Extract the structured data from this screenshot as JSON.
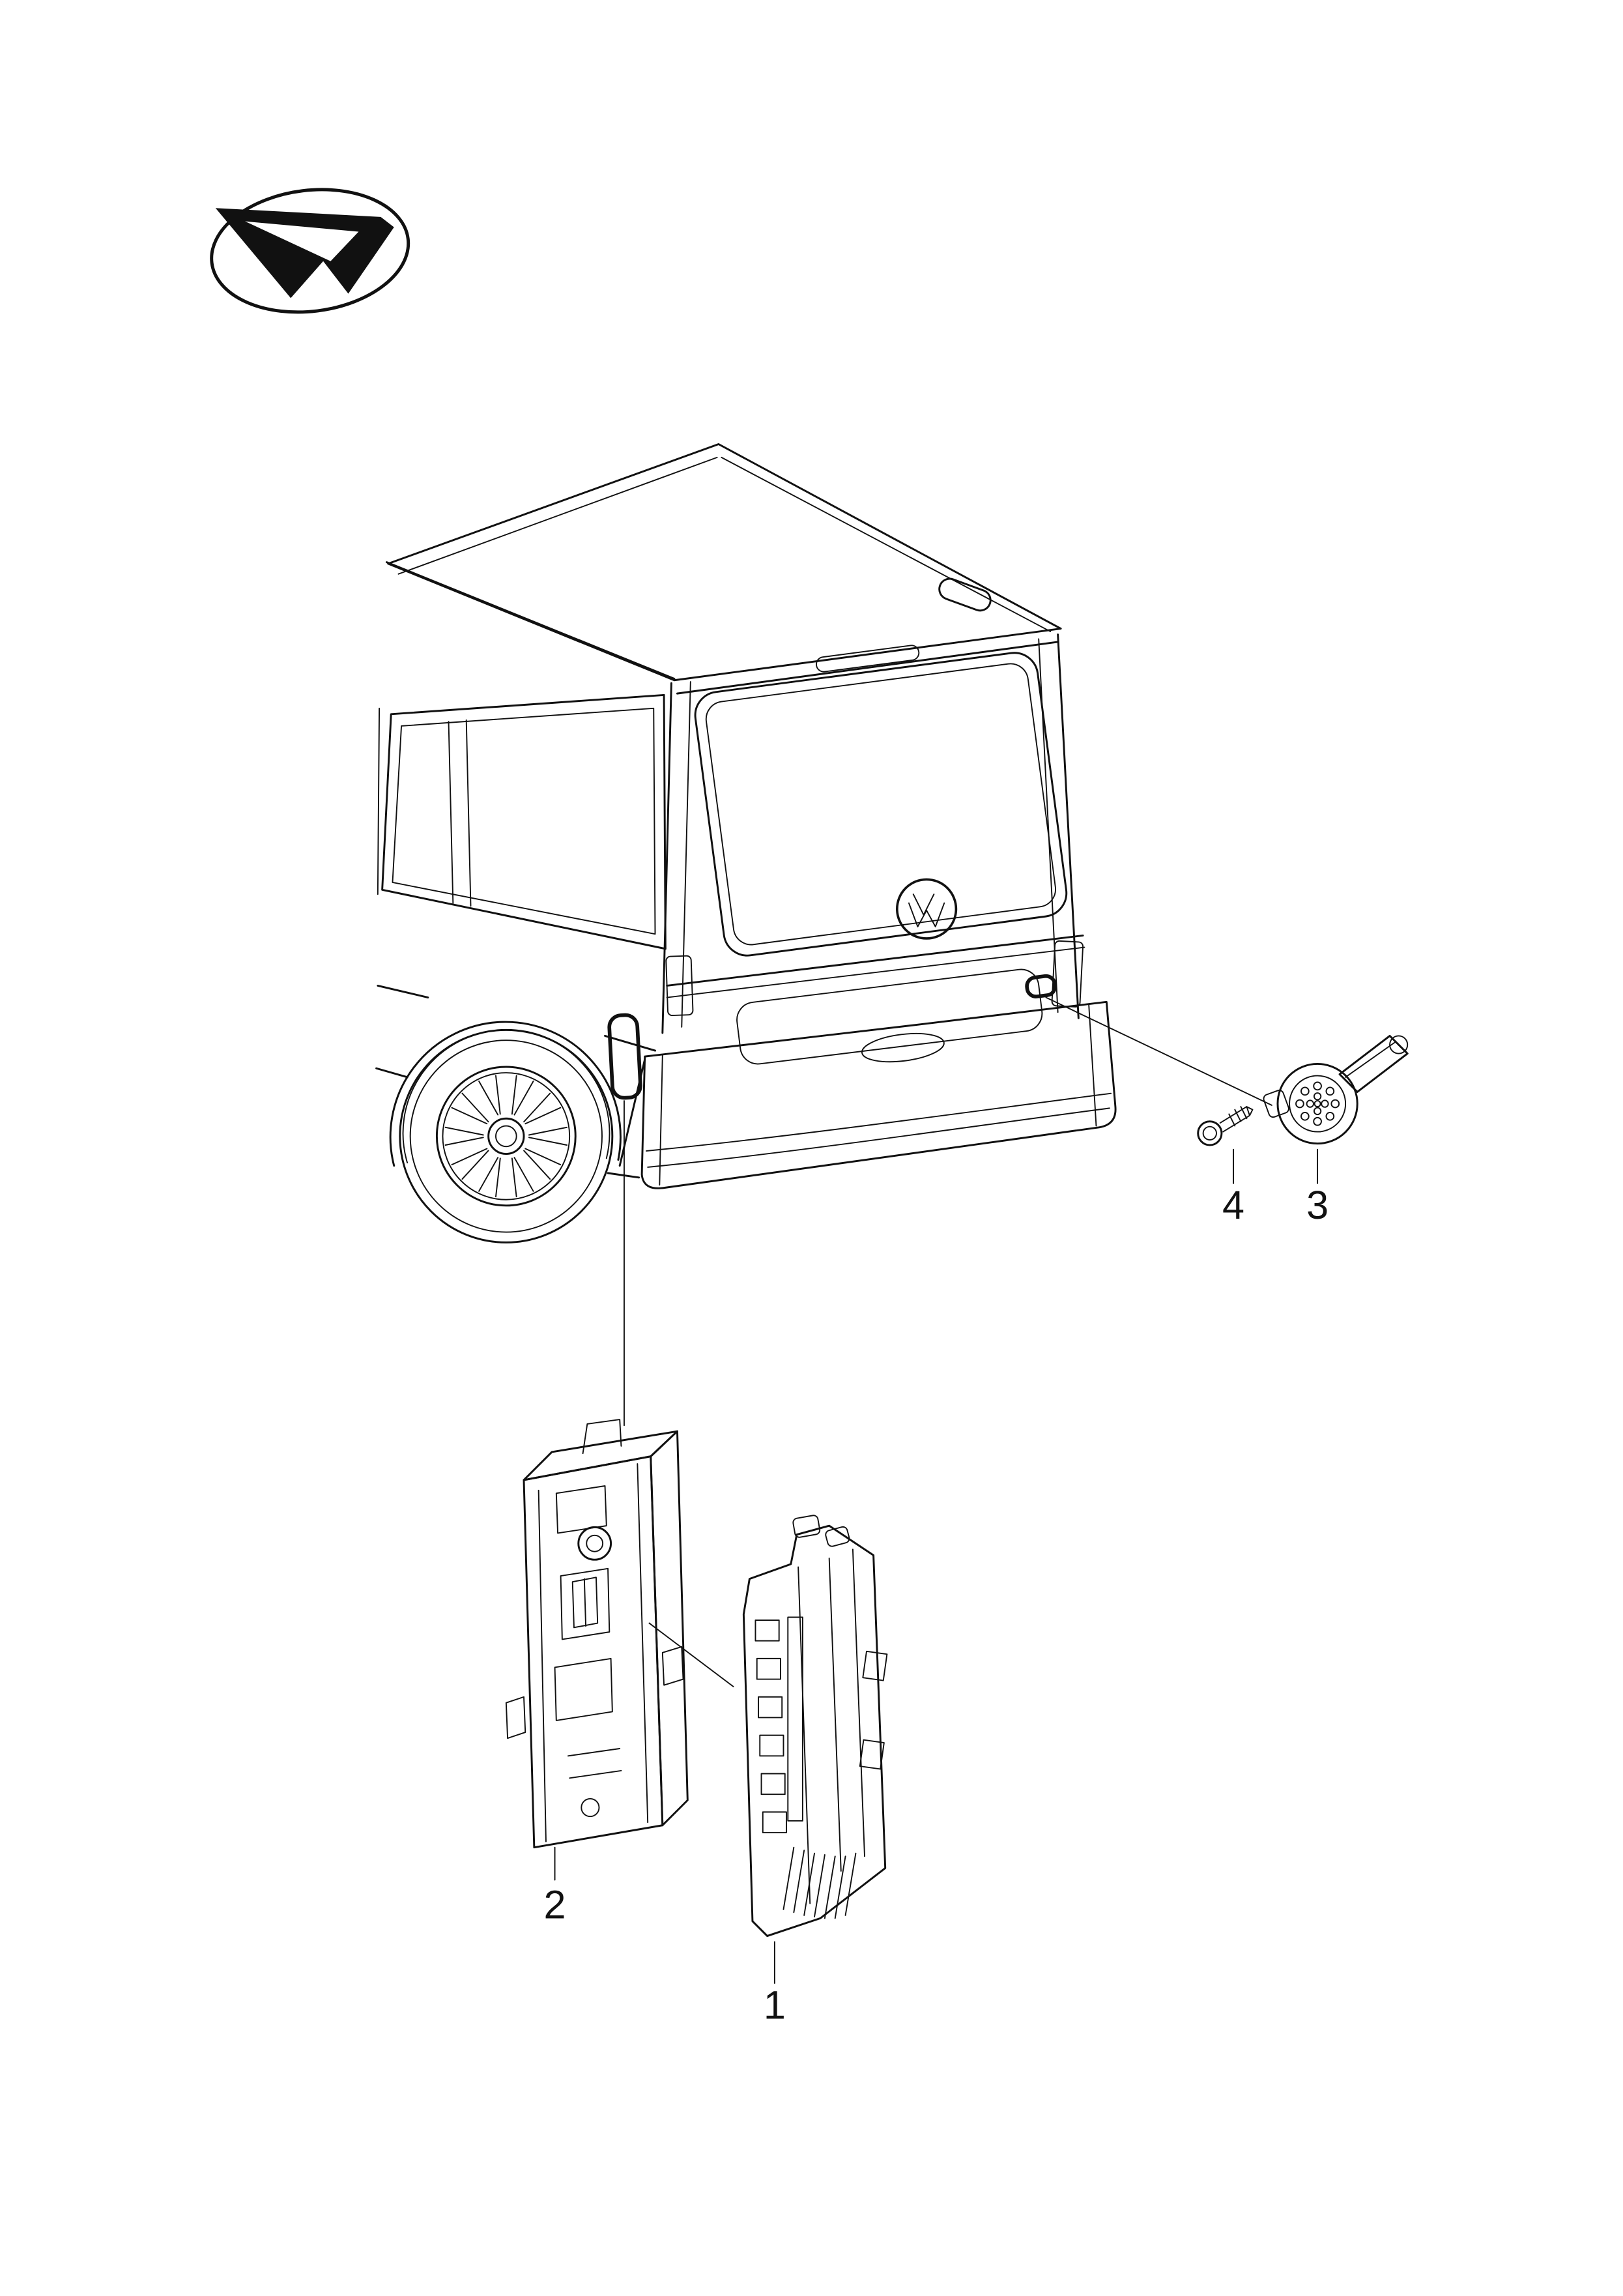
{
  "page": {
    "background_color": "#ffffff",
    "line_color": "#111111"
  },
  "logo": {
    "name": "brand-mark"
  },
  "vehicle": {
    "name": "van-rear-three-quarter-view",
    "emblem": "vw-roundel"
  },
  "callouts": [
    {
      "label": "1",
      "part_name": "control-module"
    },
    {
      "label": "2",
      "part_name": "module-bracket"
    },
    {
      "label": "3",
      "part_name": "connector-socket"
    },
    {
      "label": "4",
      "part_name": "screw"
    }
  ]
}
